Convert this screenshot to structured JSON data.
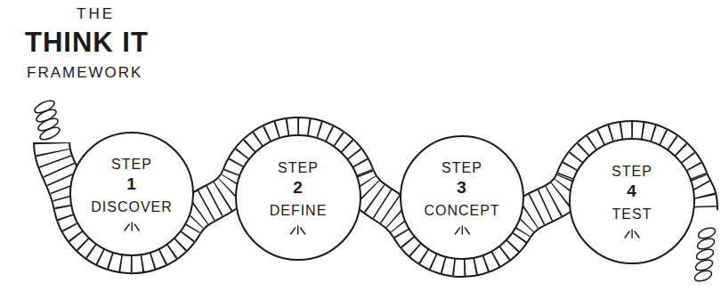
{
  "diagram": {
    "title": "THINK IT",
    "nodes": [
      {
        "text": [
          "STEP",
          "1",
          "DISCOVER"
        ]
      },
      {
        "text": [
          "STEP",
          "2",
          "DEFINE"
        ]
      },
      {
        "text": [
          "STEP",
          "3",
          "CONCEPT"
        ]
      },
      {
        "text": [
          "STEP",
          "4",
          "TEST"
        ]
      }
    ],
    "edges": [
      {
        "from": 0,
        "to": 1,
        "arrow": "none"
      },
      {
        "from": 1,
        "to": 2,
        "arrow": "none"
      },
      {
        "from": 2,
        "to": 3,
        "arrow": "none"
      }
    ],
    "labels": [
      "THE",
      "FRAMEWORK"
    ]
  }
}
